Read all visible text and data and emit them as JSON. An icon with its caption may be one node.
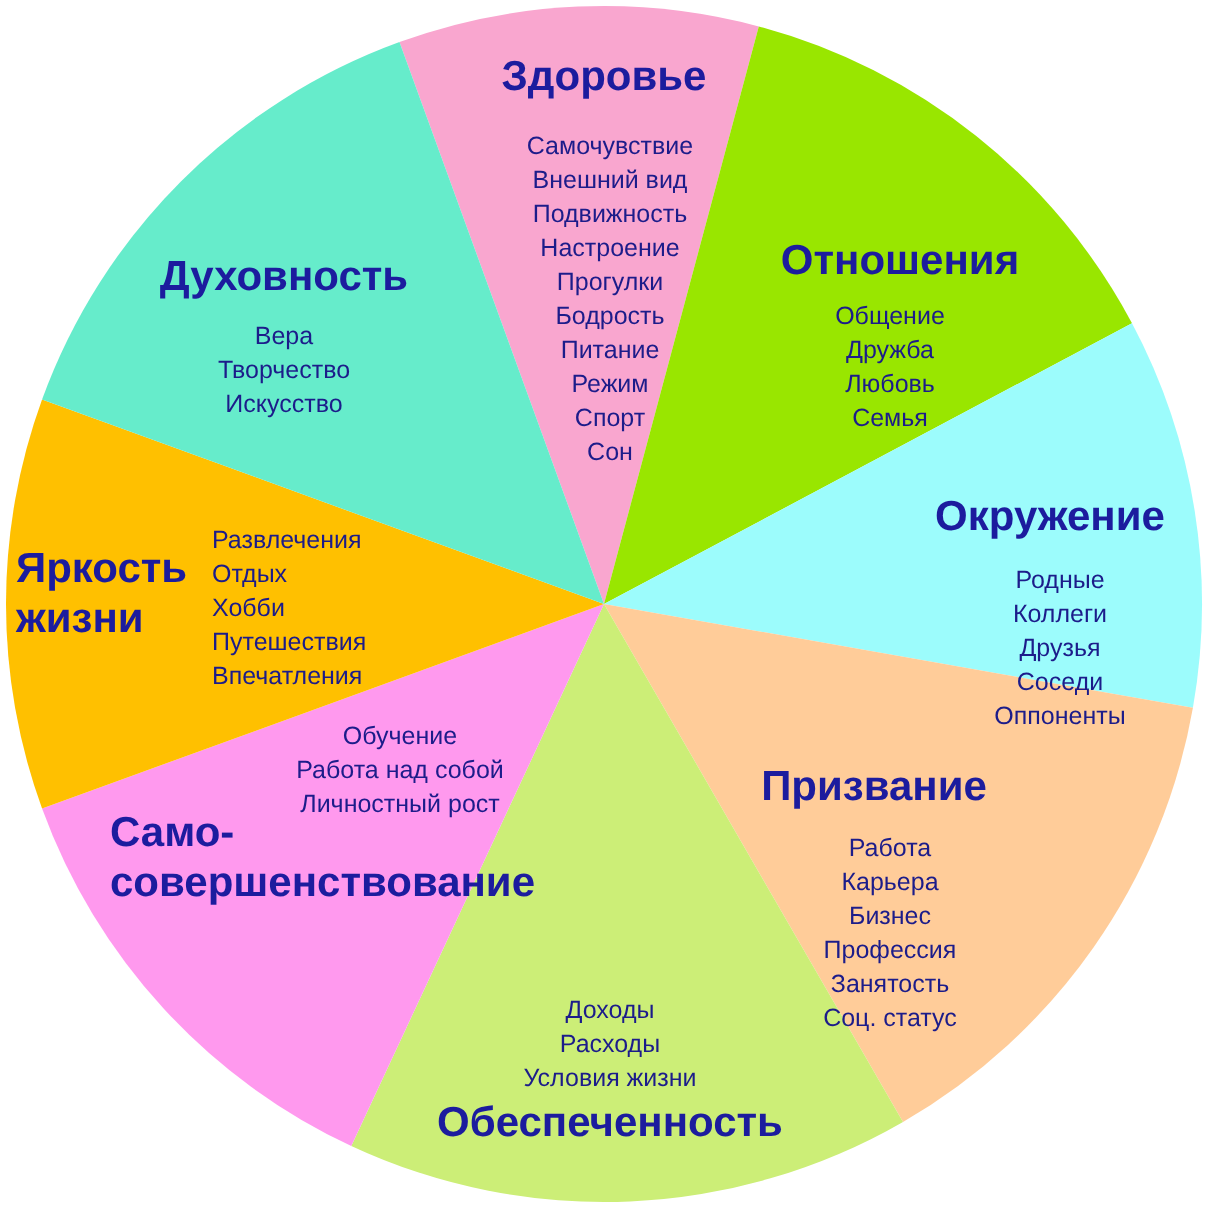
{
  "diagram": {
    "nodes": [
      {
        "text": [
          "Здоровье",
          "Самочувствие",
          "Внешний вид",
          "Подвижность",
          "Настроение",
          "Прогулки",
          "Бодрость",
          "Питание",
          "Режим",
          "Спорт",
          "Сон"
        ]
      },
      {
        "text": [
          "Отношения",
          "Общение",
          "Дружба",
          "Любовь",
          "Семья"
        ]
      },
      {
        "text": [
          "Окружение",
          "Родные",
          "Коллеги",
          "Друзья",
          "Соседи",
          "Оппоненты"
        ]
      },
      {
        "text": [
          "Призвание",
          "Работа",
          "Карьера",
          "Бизнес",
          "Профессия",
          "Занятость",
          "Соц. статус"
        ]
      },
      {
        "text": [
          "Обеспеченность",
          "Доходы",
          "Расходы",
          "Условия жизни"
        ]
      },
      {
        "text": [
          "Само- совершенствование",
          "Обучение",
          "Работа над собой",
          "Личностный рост"
        ]
      },
      {
        "text": [
          "Яркость жизни",
          "Развлечения",
          "Отдых",
          "Хобби",
          "Путешествия",
          "Впечатления"
        ]
      },
      {
        "text": [
          "Духовность",
          "Вера",
          "Творчество",
          "Искусство"
        ]
      }
    ]
  }
}
